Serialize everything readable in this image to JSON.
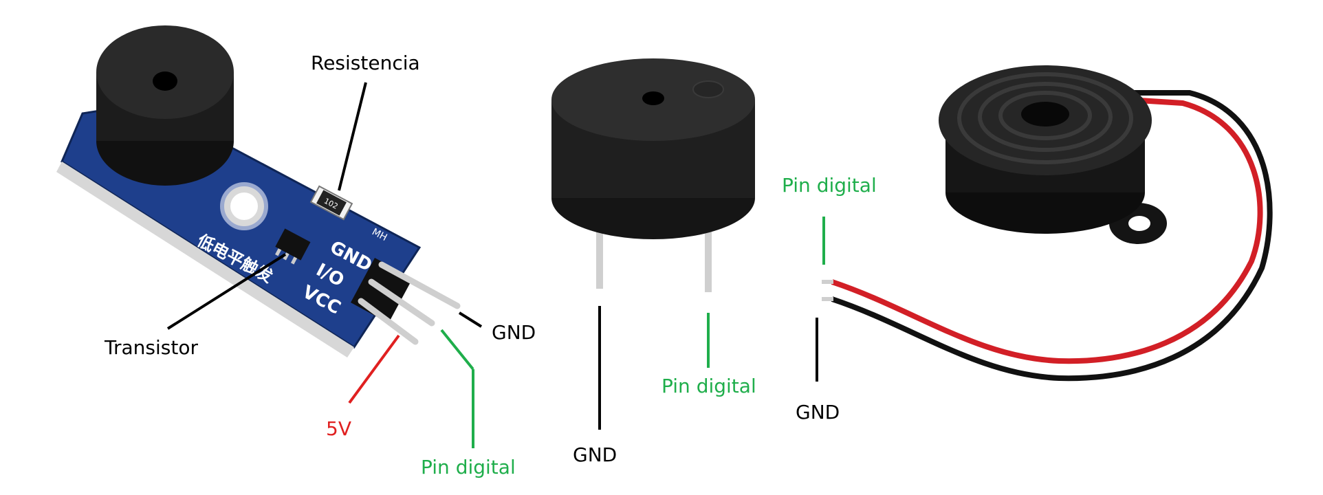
{
  "colors": {
    "label_black": "#000000",
    "label_green": "#1fae4b",
    "label_red": "#e02020",
    "pcb_blue": "#1e3f8c",
    "buzzer_black": "#1a1a1a",
    "pin_silver": "#cfcfcf",
    "wire_red": "#d21f26",
    "wire_black": "#111111"
  },
  "module": {
    "silk_gnd": "GND",
    "silk_io": "I/O",
    "silk_vcc": "VCC",
    "silk_mh": "MH",
    "silk_chinese": "低电平触发",
    "resistor_code": "102",
    "labels": {
      "resistencia": "Resistencia",
      "transistor": "Transistor",
      "gnd": "GND",
      "five_v": "5V",
      "pin_digital": "Pin digital"
    }
  },
  "buzzer_pins": {
    "labels": {
      "gnd": "GND",
      "pin_digital": "Pin digital"
    }
  },
  "buzzer_wires": {
    "labels": {
      "pin_digital": "Pin digital",
      "gnd": "GND"
    }
  }
}
